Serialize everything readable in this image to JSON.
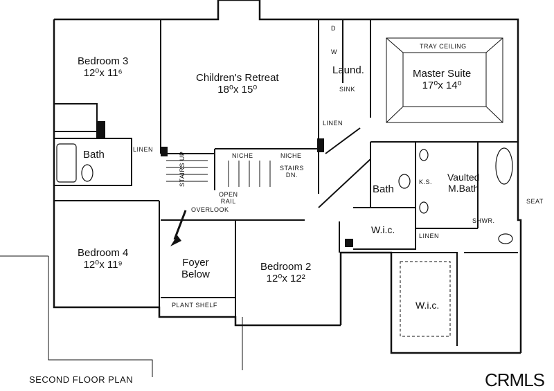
{
  "plan": {
    "caption": "SECOND FLOOR PLAN",
    "watermark": "CRMLS",
    "rooms": {
      "bedroom3": {
        "name": "Bedroom 3",
        "dim": "12⁰x 11⁶"
      },
      "childrens_retreat": {
        "name": "Children's Retreat",
        "dim": "18⁰x 15⁰"
      },
      "laundry": {
        "name": "Laund."
      },
      "master_suite": {
        "name": "Master Suite",
        "dim": "17⁰x 14⁰",
        "tray": "TRAY CEILING"
      },
      "bath_left": {
        "name": "Bath"
      },
      "bath_mid": {
        "name": "Bath"
      },
      "vaulted_bath": {
        "line1": "Vaulted",
        "line2": "M.Bath"
      },
      "bedroom4": {
        "name": "Bedroom 4",
        "dim": "12⁰x 11⁹"
      },
      "foyer": {
        "line1": "Foyer",
        "line2": "Below"
      },
      "bedroom2": {
        "name": "Bedroom 2",
        "dim": "12⁰x 12²"
      },
      "wic_small": {
        "name": "W.i.c."
      },
      "wic_large": {
        "name": "W.i.c."
      }
    },
    "notes": {
      "linen_left": "LINEN",
      "linen_mid": "LINEN",
      "linen_bottom": "LINEN",
      "niche1": "NICHE",
      "niche2": "NICHE",
      "stairs_up": "STAIRS UP",
      "stairs_dn1": "STAIRS",
      "stairs_dn2": "DN.",
      "open_rail1": "OPEN",
      "open_rail2": "RAIL",
      "overlook": "OVERLOOK",
      "plant_shelf": "PLANT SHELF",
      "sink": "SINK",
      "ks": "K.S.",
      "seat": "SEAT",
      "shwr": "SHWR.",
      "dw": "D",
      "ww": "W"
    }
  }
}
